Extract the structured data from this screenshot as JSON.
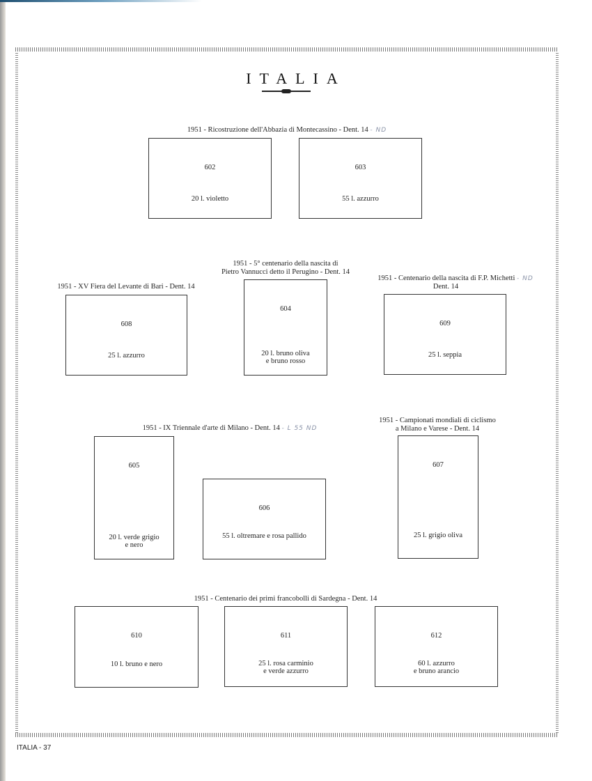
{
  "page_title": "ITALIA",
  "footer": "ITALIA - 37",
  "groups": {
    "montecassino": {
      "header": "1951 - Ricostruzione dell'Abbazia di Montecassino - Dent. 14",
      "note": "- ND"
    },
    "perugino": {
      "header_line1": "1951 - 5° centenario della nascita di",
      "header_line2": "Pietro Vannucci detto il Perugino - Dent. 14"
    },
    "levante": {
      "header": "1951 - XV Fiera del Levante di Bari - Dent. 14"
    },
    "michetti": {
      "header_line1": "1951 - Centenario della nascita di F.P. Michetti",
      "note": "- ND",
      "header_line2": "Dent. 14"
    },
    "triennale": {
      "header": "1951 - IX Triennale d'arte di Milano - Dent. 14",
      "note": "- L 55 ND"
    },
    "ciclismo": {
      "header_line1": "1951 - Campionati mondiali di ciclismo",
      "header_line2": "a Milano e Varese - Dent. 14"
    },
    "sardegna": {
      "header": "1951 - Centenario dei primi francobolli di Sardegna - Dent. 14"
    }
  },
  "stamps": {
    "s602": {
      "number": "602",
      "value": "20 l. violetto"
    },
    "s603": {
      "number": "603",
      "value": "55 l. azzurro"
    },
    "s608": {
      "number": "608",
      "value": "25 l. azzurro"
    },
    "s604": {
      "number": "604",
      "value_line1": "20 l. bruno oliva",
      "value_line2": "e bruno rosso"
    },
    "s609": {
      "number": "609",
      "value": "25 l. seppia"
    },
    "s605": {
      "number": "605",
      "value_line1": "20 l. verde grigio",
      "value_line2": "e nero"
    },
    "s606": {
      "number": "606",
      "value": "55 l. oltremare e rosa pallido"
    },
    "s607": {
      "number": "607",
      "value": "25 l. grigio oliva"
    },
    "s610": {
      "number": "610",
      "value": "10 l. bruno e nero"
    },
    "s611": {
      "number": "611",
      "value_line1": "25 l. rosa carminio",
      "value_line2": "e verde azzurro"
    },
    "s612": {
      "number": "612",
      "value_line1": "60 l. azzurro",
      "value_line2": "e bruno arancio"
    }
  }
}
